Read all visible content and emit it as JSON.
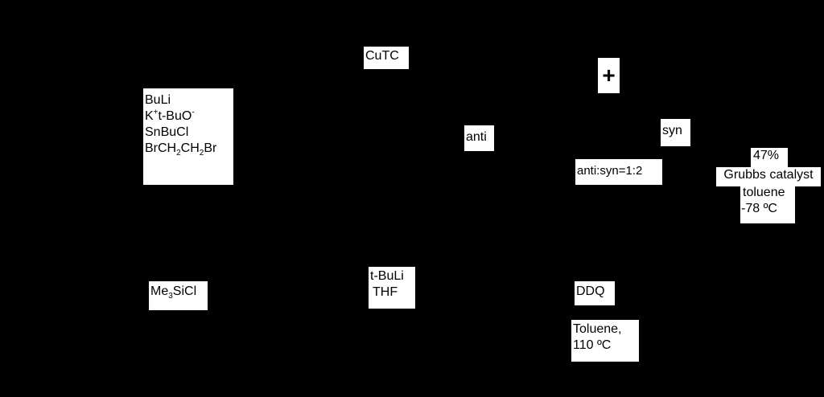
{
  "colors": {
    "background": "#000000",
    "label_bg": "#ffffff",
    "text": "#000000"
  },
  "reagents": {
    "cutc": "CuTC",
    "plus": "+",
    "anti": "anti",
    "syn": "syn",
    "ratio": "anti:syn=1:2",
    "step1": {
      "line1": "BuLi",
      "line2_a": "K",
      "line2_sup1": "+",
      "line2_b": "t-BuO",
      "line2_sup2": "-",
      "line3": "SnBuCl",
      "line4_a": "BrCH",
      "line4_sub1": "2",
      "line4_b": "CH",
      "line4_sub2": "2",
      "line4_c": "Br"
    },
    "grubbs": {
      "yield": "47%",
      "catalyst": "Grubbs catalyst",
      "solvent": "toluene",
      "temp": "-78 ºC"
    },
    "silyl": {
      "a": "Me",
      "sub": "3",
      "b": "SiCl"
    },
    "lithiation": {
      "line1": "t-BuLi",
      "line2": "THF"
    },
    "ddq": "DDQ",
    "reflux": {
      "line1": "Toluene,",
      "line2": "110 ºC"
    }
  }
}
